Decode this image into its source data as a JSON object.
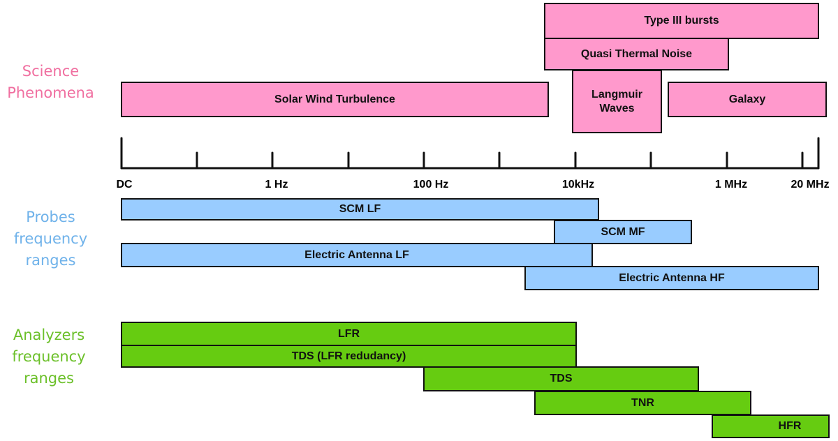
{
  "groups": {
    "science": {
      "label_line1": "Science",
      "label_line2": "Phenomena",
      "color": "#f06fa0"
    },
    "probes": {
      "label_line1": "Probes",
      "label_line2": "frequency",
      "label_line3": "ranges",
      "color": "#6fb2ea"
    },
    "analyzers": {
      "label_line1": "Analyzers",
      "label_line2": "frequency",
      "label_line3": "ranges",
      "color": "#6cc02a"
    }
  },
  "axis": {
    "ticks": [
      "DC",
      "1 Hz",
      "100 Hz",
      "10kHz",
      "1 MHz",
      "20 MHz"
    ]
  },
  "bars": {
    "type3": "Type III bursts",
    "qtn": "Quasi Thermal Noise",
    "swt": "Solar Wind Turbulence",
    "langmuir_line1": "Langmuir",
    "langmuir_line2": "Waves",
    "galaxy": "Galaxy",
    "scm_lf": "SCM LF",
    "scm_mf": "SCM MF",
    "ea_lf": "Electric Antenna LF",
    "ea_hf": "Electric Antenna HF",
    "lfr": "LFR",
    "tds_lfr": "TDS (LFR redudancy)",
    "tds": "TDS",
    "tnr": "TNR",
    "hfr": "HFR"
  },
  "colors": {
    "science_fill": "#ff99cc",
    "probes_fill": "#99ccff",
    "analyzers_fill": "#66cc11"
  }
}
